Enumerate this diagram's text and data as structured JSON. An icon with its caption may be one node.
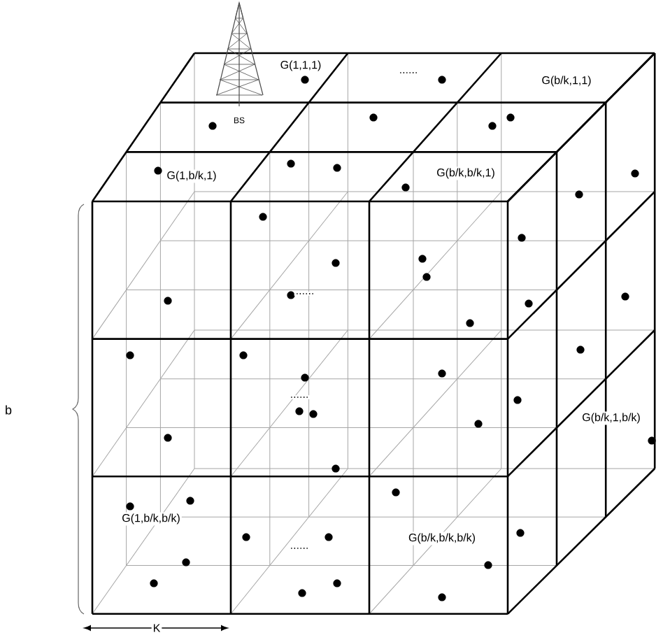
{
  "diagram": {
    "labels": [
      "G(1,1,1)",
      "......",
      "G(b/k,1,1)",
      "BS",
      "G(1,b/k,1)",
      "G(b/k,b/k,1)",
      "......",
      "......",
      "G(b/k,1,b/k)",
      "b",
      "G(1,b/k,b/k)",
      "......",
      "G(b/k,b/k,b/k)",
      "K"
    ]
  }
}
